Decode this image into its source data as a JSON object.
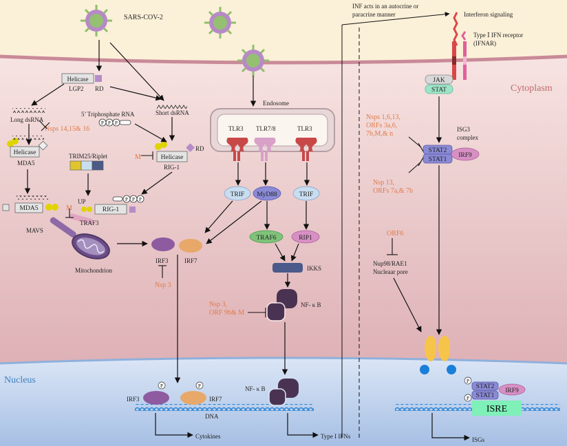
{
  "labels": {
    "sars_cov2": "SARS-COV-2",
    "helicase": "Helicase",
    "lgp2": "LGP2",
    "rd": "RD",
    "long_dsrna": "Long dsRNA",
    "short_dsrna": "Short dsRNA",
    "triphosphate_rna": "5’ Triphosphate RNA",
    "ppp": "P",
    "nsps_14_15_16": "Nsps 14,15& 16",
    "mda5": "MDA5",
    "rig1": "RIG-1",
    "trim25": "TRIM25/Riplet",
    "m": "M",
    "up": "UP",
    "mavs": "MAVS",
    "traf3": "TRAF3",
    "mitochondrion": "Mitochondrion",
    "endosome": "Endosome",
    "tlr3_a": "TLR3",
    "tlr78": "TLR7/8",
    "tlr3_b": "TLR3",
    "trif_a": "TRIF",
    "myd88": "MyD88",
    "trif_b": "TRIF",
    "traf6": "TRAF6",
    "rip1": "RIP1",
    "ikks": "IKKS",
    "irf3": "IRF3",
    "irf7": "IRF7",
    "nsp3": "Nsp 3",
    "nsp3_orf9": "Nsp 3,\nORF 9b& M",
    "nfkb": "NF- κ B",
    "nfkb_nuc": "NF- κ B",
    "interferon_signaling": "Interferon signaling",
    "autocrine_line1": "INF acts in an autocrine or",
    "autocrine_line2": "paracrine manner",
    "ifnar_line1": "Type Ⅰ IFN receptor",
    "ifnar_line2": "(IFNAR)",
    "cytoplasm": "Cytoplasm",
    "jak": "JAK",
    "stat": "STAT",
    "nsps_block": "Nsps 1,6,13,\nORFs 3a,6,\n7b,M,& n",
    "isg3_line1": "ISG3",
    "isg3_line2": "complex",
    "stat2": "STAT2",
    "stat1": "STAT1",
    "irf9": "IRF9",
    "nsp13_block": "Nsp 13,\nORFs 7a,& 7b",
    "orf6": "ORF6",
    "nup98_line1": "Nup98/RAE1",
    "nup98_line2": "Nucleaar pore",
    "nucleus": "Nucleus",
    "irf3_nuc": "IRF3",
    "irf7_nuc": "IRF7",
    "dna": "DNA",
    "cytokines": "Cytokines",
    "type1_ifns": "Type I IFNs",
    "stat2_nuc": "STAT2",
    "stat1_nuc": "STAT1",
    "irf9_nuc": "IRF9",
    "isre": "ISRE",
    "isgs": "ISGs"
  },
  "colors": {
    "extracellular": "#fbf0d8",
    "cytoplasm_top": "#f6dede",
    "cytoplasm_bottom": "#d8a0a8",
    "nucleus_top": "#d8e4f6",
    "nucleus_bottom": "#a9c2e6",
    "nsp_text": "#e07a4a",
    "virus_green": "#8fbf6a",
    "virus_purple": "#b07ac0",
    "dna_blue": "#3a8ed8"
  }
}
